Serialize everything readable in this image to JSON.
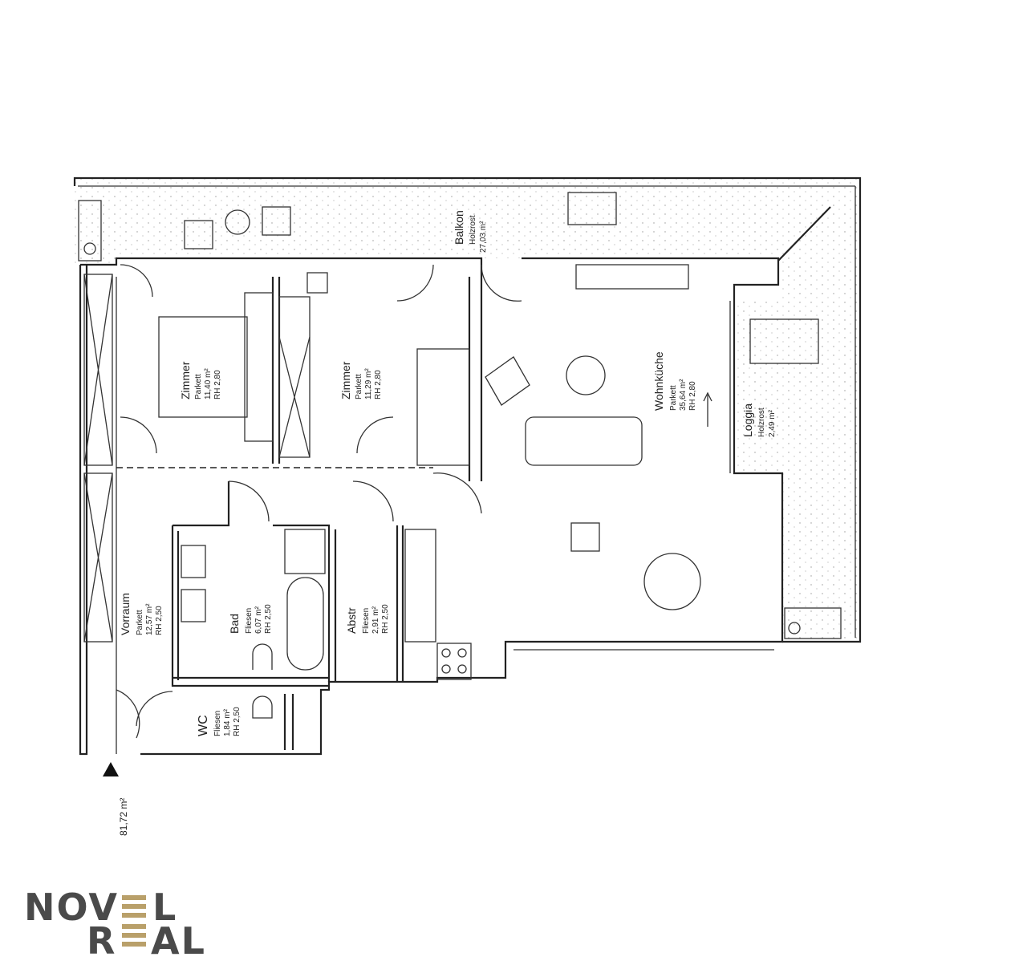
{
  "rooms": {
    "balkon": {
      "name": "Balkon",
      "floor": "Holzrost",
      "area": "27,03 m²"
    },
    "zimmer1": {
      "name": "Zimmer",
      "floor": "Parkett",
      "area": "11,40 m²",
      "height": "RH 2,80"
    },
    "zimmer2": {
      "name": "Zimmer",
      "floor": "Parkett",
      "area": "11,29 m²",
      "height": "RH 2,80"
    },
    "wohnkueche": {
      "name": "Wohnküche",
      "floor": "Parkett",
      "area": "35,64 m²",
      "height": "RH 2,80"
    },
    "loggia": {
      "name": "Loggia",
      "floor": "Holzrost",
      "area": "2,49 m²"
    },
    "vorraum": {
      "name": "Vorraum",
      "floor": "Parkett",
      "area": "12,57 m²",
      "height": "RH 2,50"
    },
    "bad": {
      "name": "Bad",
      "floor": "Fliesen",
      "area": "6,07 m²",
      "height": "RH 2,50"
    },
    "abstr": {
      "name": "Abstr",
      "floor": "Fliesen",
      "area": "2,91 m²",
      "height": "RH 2,50"
    },
    "wc": {
      "name": "WC",
      "floor": "Fliesen",
      "area": "1,84 m²",
      "height": "RH 2,50"
    }
  },
  "total_area": "81,72 m²",
  "logo": {
    "line1": "NOVEL",
    "line2": "REAL",
    "accent": "#b9a06a",
    "text_color": "#4a4a4a"
  }
}
